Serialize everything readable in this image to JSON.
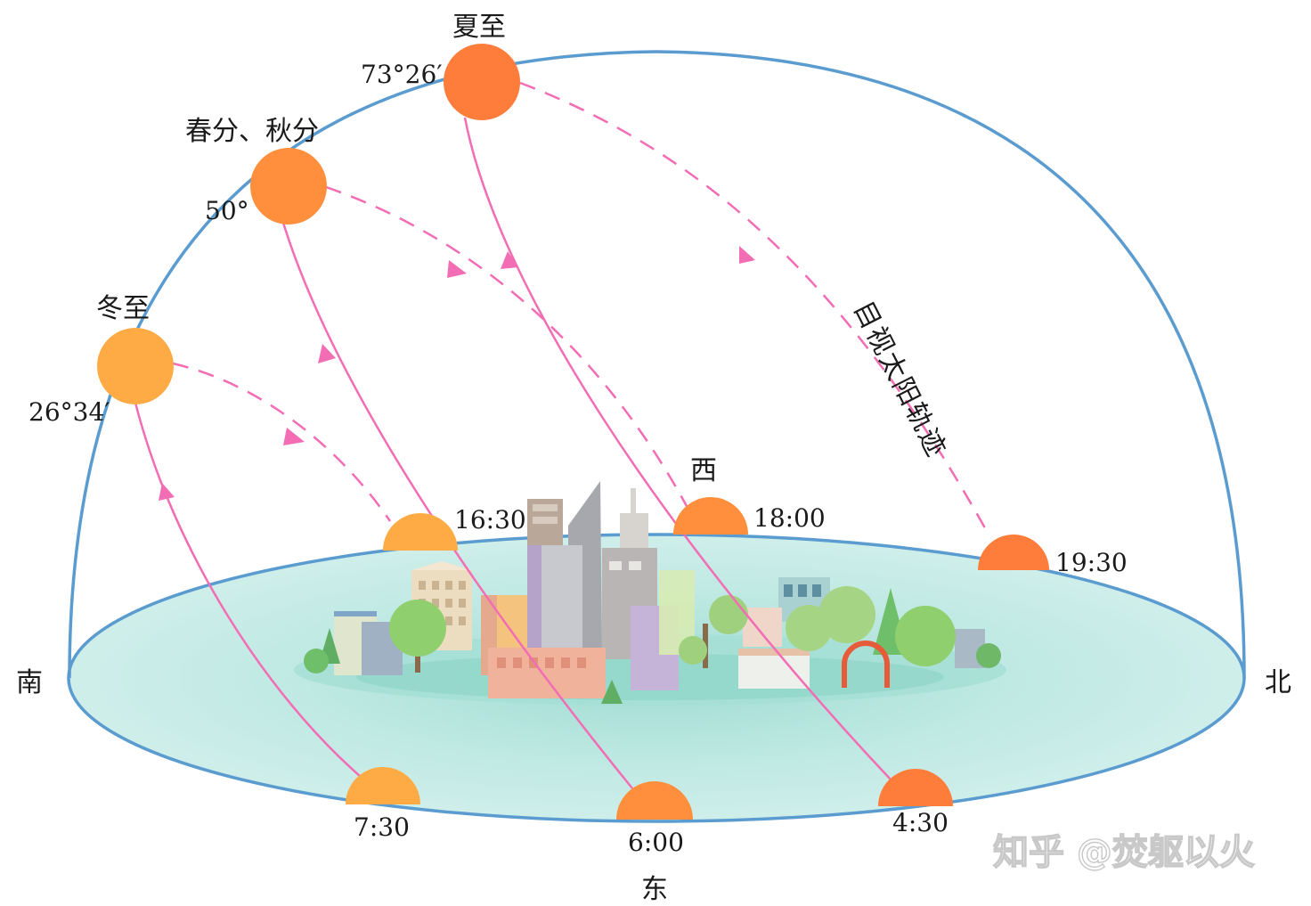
{
  "directions": {
    "south": "南",
    "north": "北",
    "east": "东",
    "west": "西"
  },
  "suns": [
    {
      "name": "夏至",
      "altitude": "73°26′",
      "rise": "4:30",
      "set": "19:30",
      "color": "#ff7d3b"
    },
    {
      "name": "春分、秋分",
      "altitude": "50°",
      "rise": "6:00",
      "set": "18:00",
      "color": "#ff8f3d"
    },
    {
      "name": "冬至",
      "altitude": "26°34′",
      "rise": "7:30",
      "set": "16:30",
      "color": "#ffab45"
    }
  ],
  "path_label": "目视太阳轨迹",
  "watermark": "知乎 @焚躯以火",
  "colors": {
    "dome": "#5a9bd0",
    "ground": "#c6ebe7",
    "path": "#f26db4"
  }
}
